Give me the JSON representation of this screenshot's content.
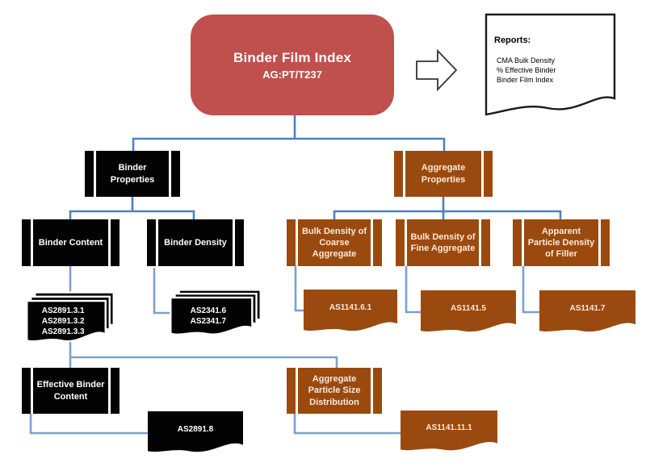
{
  "colors": {
    "node_red": "#C0504D",
    "node_black": "#030303",
    "node_brown": "#9B4A0F",
    "connector_blue": "#4F81BD",
    "connector_light_blue": "#7DA0CF"
  },
  "root": {
    "title": "Binder Film Index",
    "standard": "AG:PT/T237"
  },
  "reports": {
    "heading": "Reports:",
    "items": [
      "CMA Bulk Density",
      "% Effective Binder",
      "Binder Film Index"
    ]
  },
  "nodes": {
    "binder_properties": {
      "label": "Binder Properties"
    },
    "aggregate_properties": {
      "label": "Aggregate Properties"
    },
    "binder_content": {
      "label": "Binder Content"
    },
    "binder_density": {
      "label": "Binder Density"
    },
    "bulk_density_coarse": {
      "label": "Bulk Density of Coarse Aggregate"
    },
    "bulk_density_fine": {
      "label": "Bulk Density of Fine Aggregate"
    },
    "apparent_particle_density_filler": {
      "label": "Apparent Particle Density of Filler"
    },
    "effective_binder_content": {
      "label": "Effective Binder Content"
    },
    "aggregate_particle_size_distribution": {
      "label": "Aggregate Particle Size Distribution"
    }
  },
  "documents": {
    "binder_content_standards": {
      "lines": [
        "AS2891.3.1",
        "AS2891.3.2",
        "AS2891.3.3"
      ]
    },
    "binder_density_standards": {
      "lines": [
        "AS2341.6",
        "AS2341.7"
      ]
    },
    "coarse_aggregate_standard": {
      "label": "AS1141.6.1"
    },
    "fine_aggregate_standard": {
      "label": "AS1141.5"
    },
    "filler_standard": {
      "label": "AS1141.7"
    },
    "effective_binder_standard": {
      "label": "AS2891.8"
    },
    "particle_size_standard": {
      "label": "AS1141.11.1"
    }
  }
}
